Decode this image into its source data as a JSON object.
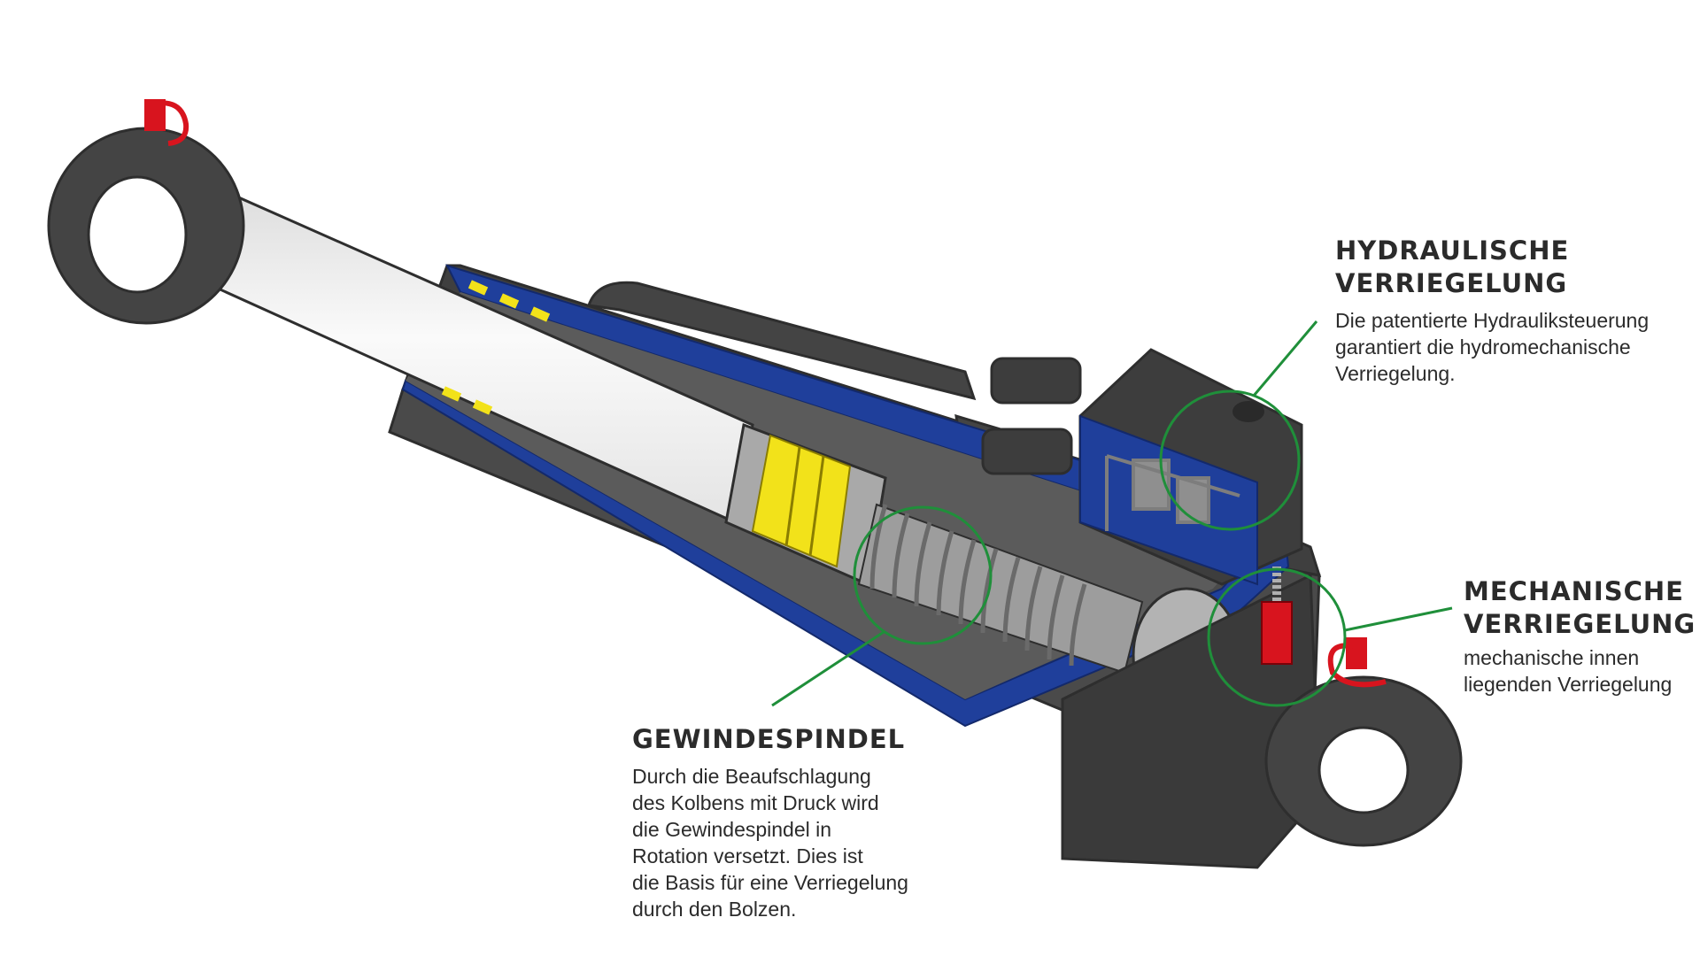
{
  "colors": {
    "cylinder_body": "#4a4a4a",
    "cylinder_edge": "#2e2e2e",
    "section_blue": "#1f3f9b",
    "rod_white": "#f3f3f3",
    "piston_yellow": "#f2e21a",
    "spindle_grey": "#a9a9a9",
    "lock_red": "#d8141e",
    "callout_green": "#1f8f3a",
    "text": "#2b2b2b"
  },
  "callouts": {
    "hydraulic": {
      "title_line1": "HYDRAULISCHE",
      "title_line2": "VERRIEGELUNG",
      "text_line1": "Die patentierte Hydrauliksteuerung",
      "text_line2": "garantiert die hydromechanische",
      "text_line3": "Verriegelung."
    },
    "mechanical": {
      "title_line1": "MECHANISCHE",
      "title_line2": "VERRIEGELUNG",
      "text_line1": "mechanische innen",
      "text_line2": "liegenden Verriegelung"
    },
    "spindle": {
      "title": "GEWINDESPINDEL",
      "text_line1": "Durch die Beaufschlagung",
      "text_line2": "des Kolbens mit Druck wird",
      "text_line3": "die Gewindespindel in",
      "text_line4": "Rotation versetzt. Dies ist",
      "text_line5": "die Basis für eine Verriegelung",
      "text_line6": "durch den Bolzen."
    }
  }
}
